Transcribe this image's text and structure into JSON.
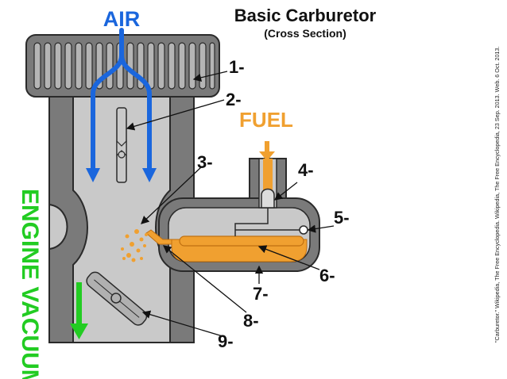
{
  "title": "Basic Carburetor",
  "subtitle": "(Cross Section)",
  "labels": {
    "air": "AIR",
    "fuel": "FUEL",
    "engine_vacuum": "ENGINE VACUUM"
  },
  "parts": [
    {
      "number": "1-"
    },
    {
      "number": "2-"
    },
    {
      "number": "3-"
    },
    {
      "number": "4-"
    },
    {
      "number": "5-"
    },
    {
      "number": "6-"
    },
    {
      "number": "7-"
    },
    {
      "number": "8-"
    },
    {
      "number": "9-"
    }
  ],
  "citation": "\"Carburetor.\" Wikipedia, The Free Encyclopedia. Wikipedia, The Free Encyclopedia, 23 Sep. 2013. Web. 6 Oct. 2013.",
  "colors": {
    "air": "#1a66dd",
    "fuel": "#f0a030",
    "vacuum": "#22cc22",
    "body": "#7a7a7a",
    "interior": "#c9c9c9",
    "outline": "#2a2a2a"
  }
}
